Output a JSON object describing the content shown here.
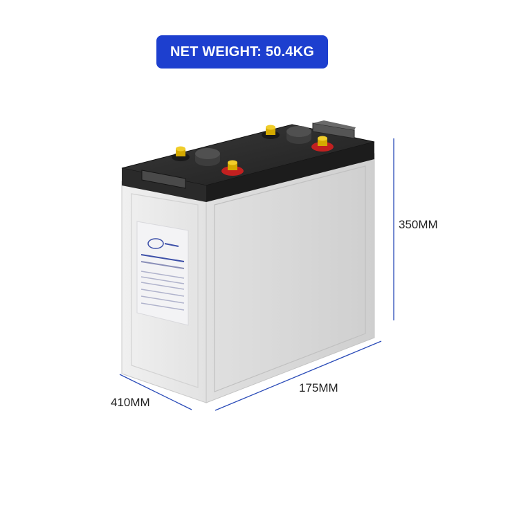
{
  "badge": {
    "text": "NET WEIGHT: 50.4KG",
    "color": "#1d3fcf"
  },
  "dimensions": {
    "height": "350MM",
    "width": "175MM",
    "depth": "410MM",
    "line_color": "#2a4bb8"
  },
  "product": {
    "case_color": "#ebebeb",
    "lid_color": "#2b2b2b",
    "terminal_positive_color": "#d62c2c",
    "terminal_negative_color": "#e5b800"
  }
}
